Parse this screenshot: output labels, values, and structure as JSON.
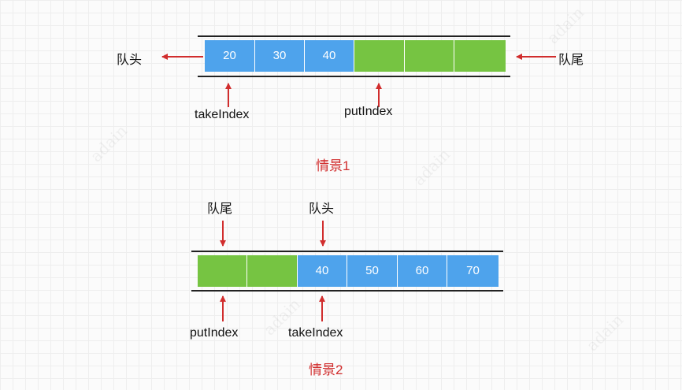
{
  "watermark_text": "adain",
  "colors": {
    "empty_slot": "#76c442",
    "filled_slot": "#4ea3ec",
    "arrow": "#d12d2d",
    "caption": "#d12d2d"
  },
  "scenario1": {
    "caption": "情景1",
    "head_label": "队头",
    "tail_label": "队尾",
    "take_label": "takeIndex",
    "put_label": "putIndex",
    "slots": [
      {
        "value": "20",
        "state": "filled"
      },
      {
        "value": "30",
        "state": "filled"
      },
      {
        "value": "40",
        "state": "filled"
      },
      {
        "value": "",
        "state": "empty"
      },
      {
        "value": "",
        "state": "empty"
      },
      {
        "value": "",
        "state": "empty"
      }
    ]
  },
  "scenario2": {
    "caption": "情景2",
    "tail_label": "队尾",
    "head_label": "队头",
    "put_label": "putIndex",
    "take_label": "takeIndex",
    "slots": [
      {
        "value": "",
        "state": "empty"
      },
      {
        "value": "",
        "state": "empty"
      },
      {
        "value": "40",
        "state": "filled"
      },
      {
        "value": "50",
        "state": "filled"
      },
      {
        "value": "60",
        "state": "filled"
      },
      {
        "value": "70",
        "state": "filled"
      }
    ]
  }
}
